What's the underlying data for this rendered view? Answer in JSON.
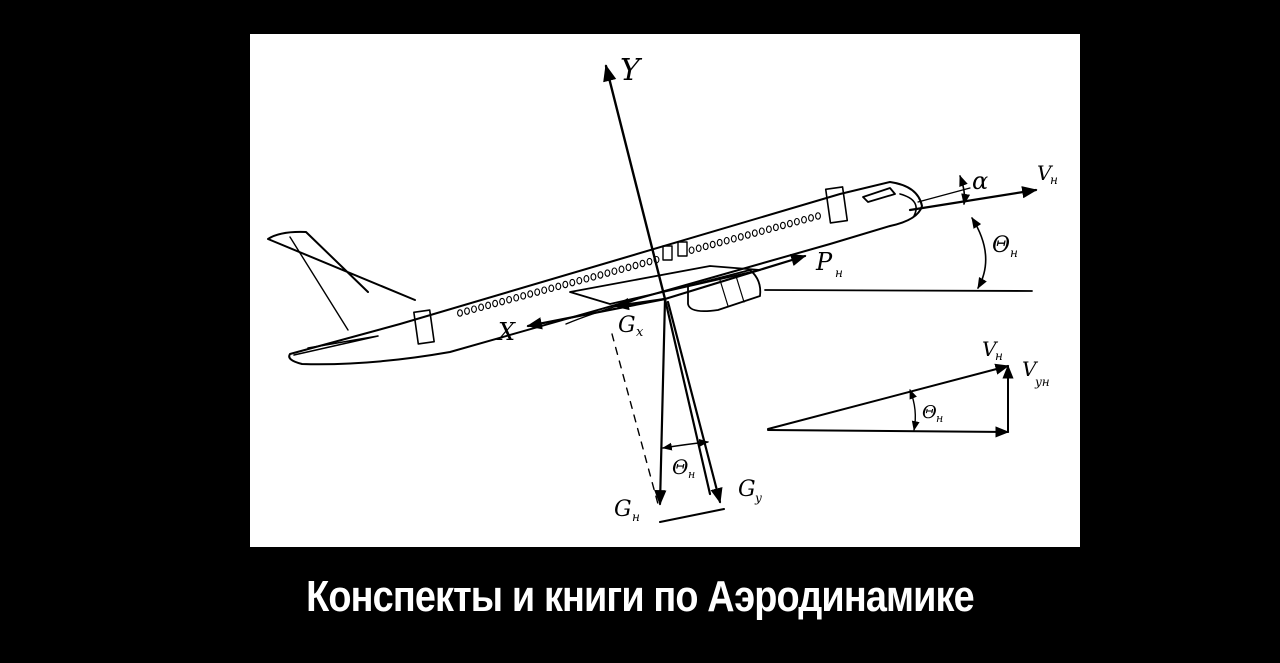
{
  "caption": "Конспекты и книги по Аэродинамике",
  "diagram": {
    "labels": {
      "y_axis": "Y",
      "x_axis": "X",
      "alpha": "α",
      "velocity": "V",
      "velocity_sub": "н",
      "theta": "Θ",
      "theta_sub": "н",
      "thrust": "P",
      "thrust_sub": "н",
      "gravity_x": "G",
      "gravity_x_sub": "x",
      "gravity_y": "G",
      "gravity_y_sub": "y",
      "gravity": "G",
      "gravity_sub": "н",
      "vy": "V",
      "vy_sub": "yн"
    }
  }
}
